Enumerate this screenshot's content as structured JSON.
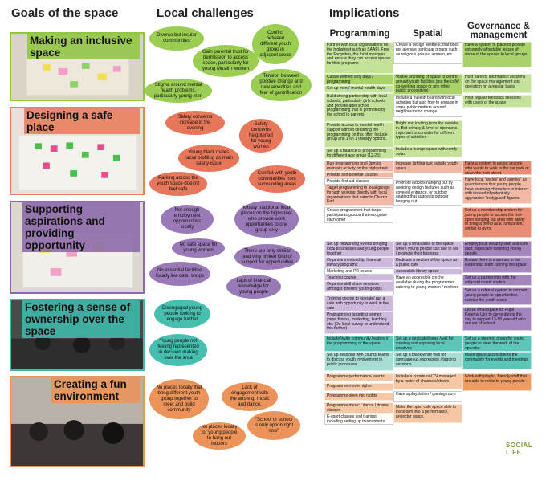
{
  "headings": {
    "goals": "Goals of the space",
    "local": "Local challenges",
    "implications": "Implications"
  },
  "columns": {
    "programming": "Programming",
    "spatial": "Spatial",
    "governance": "Governance & management"
  },
  "goals": [
    "Making an inclusive space",
    "Designing a safe place",
    "Supporting aspirations and providing opportunity",
    "Fostering a sense of ownership over the space",
    "Creating a fun environment"
  ],
  "challenges": {
    "c1": "Diverse but insular communities",
    "c2": "Conflict between different youth group in adjacent areas",
    "c3": "Gain parental trust for permission to access space, particularly for young Muslim women",
    "c4": "Tension between positive change and new amenities and fear of gentrification",
    "c5": "Stigma around mental health problems, particularly young men",
    "c6": "Safety concerns increase in the evening",
    "c7": "Safety concerns heightened for young women",
    "c8": "Young black males racial profiling as main safety issue",
    "c9": "Parking across the youth space doesn't feel safe",
    "c10": "Conflict with youth communities from surrounding areas",
    "c11": "Not enough employment opportunities locally",
    "c12": "Mostly traditional food places on the highstreet who provide work opportunities to one group only",
    "c13": "No safe space for young women",
    "c14": "There are only similar and very limited kind of support for opportunities",
    "c15": "No essential facilities locally like cafe, shops",
    "c16": "Lack of financial knowledge for young people",
    "c17": "Disengaged young people looking to engage further",
    "c18": "Young people not feeling represented in decision making over the area",
    "c19": "No places locally that bring different youth group together to meet and build community",
    "c20": "Lack of engagement with the arts e.g. music and dance.",
    "c21": "\"School or school is only option right now\"",
    "c22": "No places locally for young people to hang out indoors"
  },
  "programming": {
    "p1": "Partner with local organisations on the highstreet such as SAAFI, Free the Forgotten, the local mosques and ensure they can access spaces for their programs",
    "p2": "Curate women only days / programming",
    "p3": "Set up mens' mental health days",
    "p4": "Build strong partnership with local schools, particularly girls schools and provide after school programming that is promoted by the school to parents",
    "p5": "Provide access to mental health support without centering the programming on this offer. Include group and 1 on 1 therapy options.",
    "p6": "Set up a balance of programming for different age group (12-25)",
    "p7": "Run programming until 9pm to maintain activity on the high street",
    "p8": "Provide self-defense classes",
    "p9": "Provide first aid classes",
    "p10": "Target programming to local groups through working directly with local organisations that cater to Church End",
    "p11": "Create programmes that target participants groups that recognise each other",
    "p12": "Set up networking events bringing local businesses and young people together",
    "p13": "Organise mentorship, financial literacy programs",
    "p14": "Marketing and PR course",
    "p15": "Teaching course",
    "p16": "Organise skill share sessions amongst different youth groups",
    "p17": "Training course to operate/ run a cafe with opportunity to work in the cafe",
    "p18": "Programming targeting women yoga, fitness, marketing, teaching etc. (Do local survey to understand this further)",
    "p19": "Include/invite community leaders in the programming of the space",
    "p20": "Set up sessions with council teams to discuss youth involvement in public processes",
    "p21": "Programme performance events",
    "p22": "Programme movie nights",
    "p23": "Programme open mic nights",
    "p24": "Programme music / dance / drama classes",
    "p25": "E-sport classes and training including setting up tournaments"
  },
  "spatial": {
    "s1": "Create a design aesthetic that does not alienate particular groups such as religious groups, women, etc.",
    "s2": "Visible branding of space to centre around youth facilities (not the cafe/ co-working space or any other public proposition)",
    "s3": "Include a bulletin board with local activities but also how to engage in some public matters around neighbourhood change",
    "s4": "Bright and inviting from the outside in. But privacy & level of openness important to consider for different types of activities",
    "s5": "Include a lounge space with comfy sofas",
    "s6": "Increase lighting just outside youth space",
    "s7": "Promote indoors hanging out by avoiding design features such as covered entrance, or outdoor seating that suggests outdoor hanging out",
    "s8": "Set up a small area of the space where young people can use to sell / promote their business",
    "s9": "Dedicate a section of the space as a public cafe",
    "s10": "Accessible library space",
    "s11": "Have an accessible creche available during the programmes catering to young women / mothers",
    "s12": "Set up a dedicated area /wall for curating and exposing local creatives",
    "s13": "Set up a blank white wall for spontaneous expression / tagging sessions",
    "s14": "Include a communal TV managed by a roster of channels/shows",
    "s15": "Have a playstation / gaming room",
    "s16": "Make the open cafe space able to transform into a performance, projector space."
  },
  "governance": {
    "m1": "Have a system in place to provide extremely affordable leases of some of the spaces to local groups",
    "m2": "Host parents information sessions on the space management and operation on a regular basis",
    "m3": "Host regular feedback sessions with users of the space",
    "m4": "Have a system to escort anyone who wants to walk to the car park or down the high street.",
    "m5": "Have local 'uncles' and 'aunties' as guardians so that young people have warming characters to interact with instead of potentially aggressive 'bodyguard' figures",
    "m6": "Set up a membership system for young people to access the free open hanging out area with ability to bring a friend as a companion, similar to gyms",
    "m7": "Employ local security staff and cafe staff, especially targeting young people",
    "m8": "Ensure there is a women in the leadership team running the space",
    "m9": "Set up a partnership with the adjacent music studios",
    "m10": "Set up a referral system to connect young people to opportunities outside the youth space",
    "m11": "Lease small space for Pupil Referral Unit to come during the day to support 13-18 year old who are out of school",
    "m12": "Set up a steering group for young people to steer the work of the operator",
    "m13": "Make space accessible to the community for events and meetings",
    "m14": "Work with playful, friendly staff that are able to relate to young people"
  },
  "logo": {
    "line1": "SOCIAL",
    "line2": "LIFE"
  },
  "colors": {
    "green": "#8ec63f",
    "red": "#e8805f",
    "purple": "#8d6aa8",
    "teal": "#3fb8aa",
    "orange": "#e8935a"
  }
}
